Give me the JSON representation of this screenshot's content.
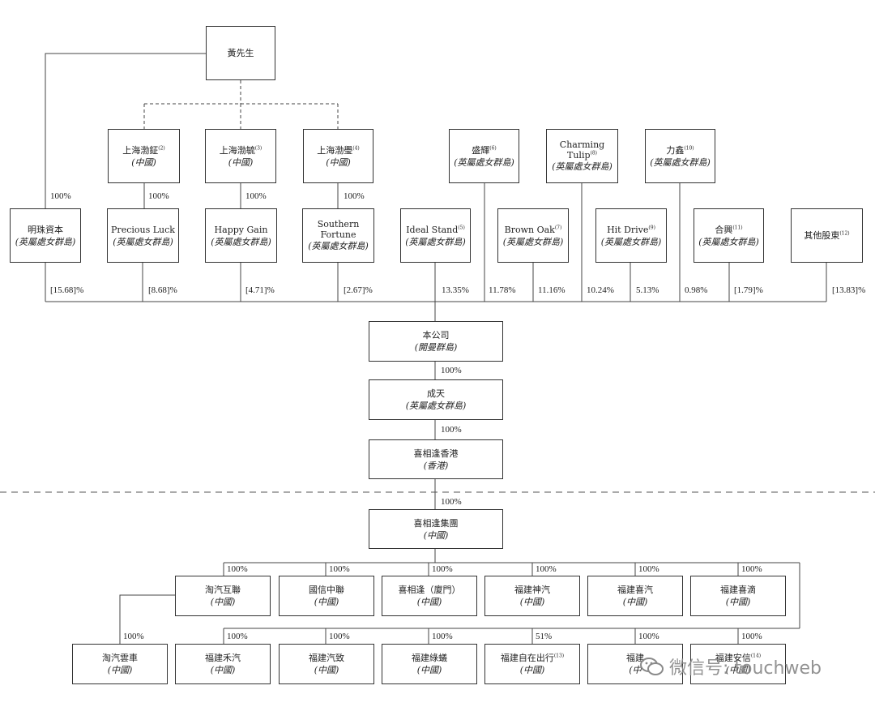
{
  "nodes": {
    "huang": {
      "name": "黃先生",
      "sub": "",
      "sup": ""
    },
    "sh_bozheng": {
      "name": "上海渤鉦",
      "sub": "(中國)",
      "sup": "(2)"
    },
    "sh_bozhen": {
      "name": "上海渤毓",
      "sub": "(中國)",
      "sup": "(3)"
    },
    "sh_boxi": {
      "name": "上海渤璺",
      "sub": "(中國)",
      "sup": "(4)"
    },
    "shenghui": {
      "name": "盛輝",
      "sub": "(英屬處女群島)",
      "sup": "(6)"
    },
    "charming": {
      "name": "Charming Tulip",
      "sub": "(英屬處女群島)",
      "sup": "(8)"
    },
    "lixin": {
      "name": "力鑫",
      "sub": "(英屬處女群島)",
      "sup": "(10)"
    },
    "mingzhu": {
      "name": "明珠資本",
      "sub": "(英屬處女群島)",
      "sup": ""
    },
    "precious": {
      "name": "Precious Luck",
      "sub": "(英屬處女群島)",
      "sup": ""
    },
    "happy": {
      "name": "Happy Gain",
      "sub": "(英屬處女群島)",
      "sup": ""
    },
    "southern": {
      "name": "Southern Fortune",
      "sub": "(英屬處女群島)",
      "sup": ""
    },
    "ideal": {
      "name": "Ideal Stand",
      "sub": "(英屬處女群島)",
      "sup": "(5)"
    },
    "brown": {
      "name": "Brown Oak",
      "sub": "(英屬處女群島)",
      "sup": "(7)"
    },
    "hit": {
      "name": "Hit Drive",
      "sub": "(英屬處女群島)",
      "sup": "(9)"
    },
    "hexing": {
      "name": "合興",
      "sub": "(英屬處女群島)",
      "sup": "(11)"
    },
    "others": {
      "name": "其他股東",
      "sub": "",
      "sup": "(12)"
    },
    "company": {
      "name": "本公司",
      "sub": "(開曼群島)",
      "sup": ""
    },
    "chengtian": {
      "name": "成天",
      "sub": "(英屬處女群島)",
      "sup": ""
    },
    "xxf_hk": {
      "name": "喜相逢香港",
      "sub": "(香港)",
      "sup": ""
    },
    "xxf_group": {
      "name": "喜相逢集團",
      "sub": "(中國)",
      "sup": ""
    },
    "taoqi_hulian": {
      "name": "淘汽互聯",
      "sub": "(中國)",
      "sup": ""
    },
    "guoxin": {
      "name": "國信中聯",
      "sub": "(中國)",
      "sup": ""
    },
    "xxf_xiamen": {
      "name": "喜相逢（廈門）",
      "sub": "(中國)",
      "sup": ""
    },
    "fj_shenqi": {
      "name": "福建神汽",
      "sub": "(中國)",
      "sup": ""
    },
    "fj_xiqi": {
      "name": "福建喜汽",
      "sub": "(中國)",
      "sup": ""
    },
    "fj_xidi": {
      "name": "福建喜滴",
      "sub": "(中國)",
      "sup": ""
    },
    "taoqi_yunche": {
      "name": "淘汽雲車",
      "sub": "(中國)",
      "sup": ""
    },
    "fj_heqi": {
      "name": "福建禾汽",
      "sub": "(中國)",
      "sup": ""
    },
    "fj_qizhi": {
      "name": "福建汽致",
      "sub": "(中國)",
      "sup": ""
    },
    "fj_lvyi": {
      "name": "福建綠蟻",
      "sub": "(中國)",
      "sup": ""
    },
    "fj_zizai": {
      "name": "福建自在出行",
      "sub": "(中國)",
      "sup": "(13)"
    },
    "fj_hidden": {
      "name": "福建",
      "sub": "(中",
      "sup": ""
    },
    "fj_anxin": {
      "name": "福建安信",
      "sub": "(中國)",
      "sup": "(14)"
    }
  },
  "percentages": {
    "mingzhu_100": "100%",
    "precious_100": "100%",
    "happy_100": "100%",
    "southern_100": "100%",
    "mingzhu_share": "[15.68]%",
    "precious_share": "[8.68]%",
    "happy_share": "[4.71]%",
    "southern_share": "[2.67]%",
    "ideal_share": "13.35%",
    "shenghui_share": "11.78%",
    "brown_share": "11.16%",
    "charming_share": "10.24%",
    "hit_share": "5.13%",
    "lixin_share": "0.98%",
    "hexing_share": "[1.79]%",
    "others_share": "[13.83]%",
    "chengtian_100": "100%",
    "xxf_hk_100": "100%",
    "xxf_group_100": "100%",
    "r1_taoqi": "100%",
    "r1_guoxin": "100%",
    "r1_xiamen": "100%",
    "r1_shenqi": "100%",
    "r1_xiqi": "100%",
    "r1_xidi": "100%",
    "yunche_100": "100%",
    "r2_heqi": "100%",
    "r2_qizhi": "100%",
    "r2_lvyi": "100%",
    "r2_zizai": "51%",
    "r2_hidden": "100%",
    "r2_anxin": "100%"
  },
  "watermark": {
    "text": "微信号: touchweb",
    "icon": "wechat-icon"
  }
}
